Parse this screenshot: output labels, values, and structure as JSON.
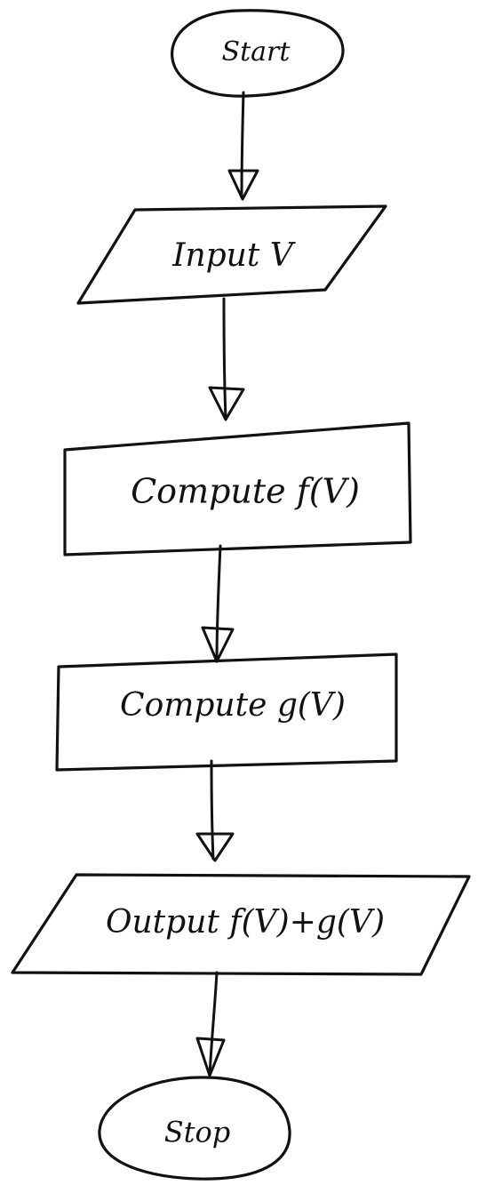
{
  "flowchart": {
    "nodes": [
      {
        "id": "start",
        "shape": "terminator",
        "label": "Start"
      },
      {
        "id": "input",
        "shape": "parallelogram",
        "label": "Input V"
      },
      {
        "id": "compute-f",
        "shape": "rectangle",
        "label": "Compute f(V)"
      },
      {
        "id": "compute-g",
        "shape": "rectangle",
        "label": "Compute g(V)"
      },
      {
        "id": "output",
        "shape": "parallelogram",
        "label": "Output f(V)+g(V)"
      },
      {
        "id": "stop",
        "shape": "terminator",
        "label": "Stop"
      }
    ],
    "edges": [
      {
        "from": "start",
        "to": "input"
      },
      {
        "from": "input",
        "to": "compute-f"
      },
      {
        "from": "compute-f",
        "to": "compute-g"
      },
      {
        "from": "compute-g",
        "to": "output"
      },
      {
        "from": "output",
        "to": "stop"
      }
    ]
  }
}
